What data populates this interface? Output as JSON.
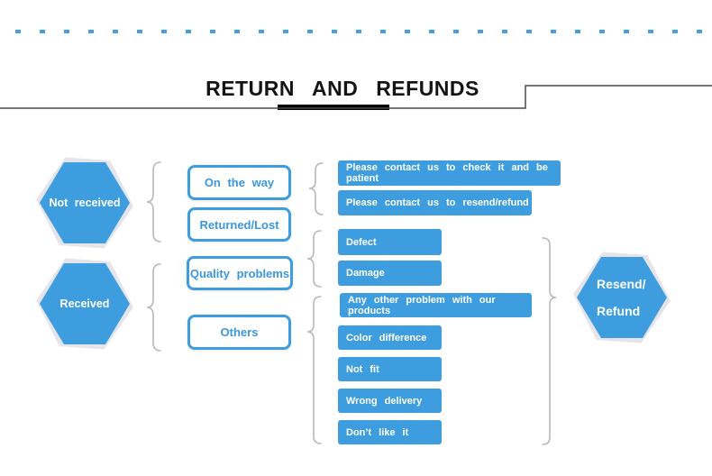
{
  "page": {
    "title": "RETURN AND REFUNDS"
  },
  "flow": {
    "left_nodes": [
      {
        "label": "Not received"
      },
      {
        "label": "Received"
      }
    ],
    "mid_nodes": [
      {
        "label": "On the way"
      },
      {
        "label": "Returned/Lost"
      },
      {
        "label": "Quality problems"
      },
      {
        "label": "Others"
      }
    ],
    "leaf_nodes": [
      {
        "label": "Please contact us to check it and be patient"
      },
      {
        "label": "Please contact us to resend/refund"
      },
      {
        "label": "Defect"
      },
      {
        "label": "Damage"
      },
      {
        "label": "Any other problem with our products"
      },
      {
        "label": "Color difference"
      },
      {
        "label": "Not fit"
      },
      {
        "label": "Wrong delivery"
      },
      {
        "label": "Don’t like it"
      }
    ],
    "result_node": {
      "label_line1": "Resend/",
      "label_line2": "Refund"
    }
  },
  "colors": {
    "accent_blue": "#3E9DDE",
    "dot_blue": "#45A0E2",
    "brace_gray": "#B8B8B8",
    "header_line": "#4A4A4A",
    "underline_black": "#000000"
  }
}
